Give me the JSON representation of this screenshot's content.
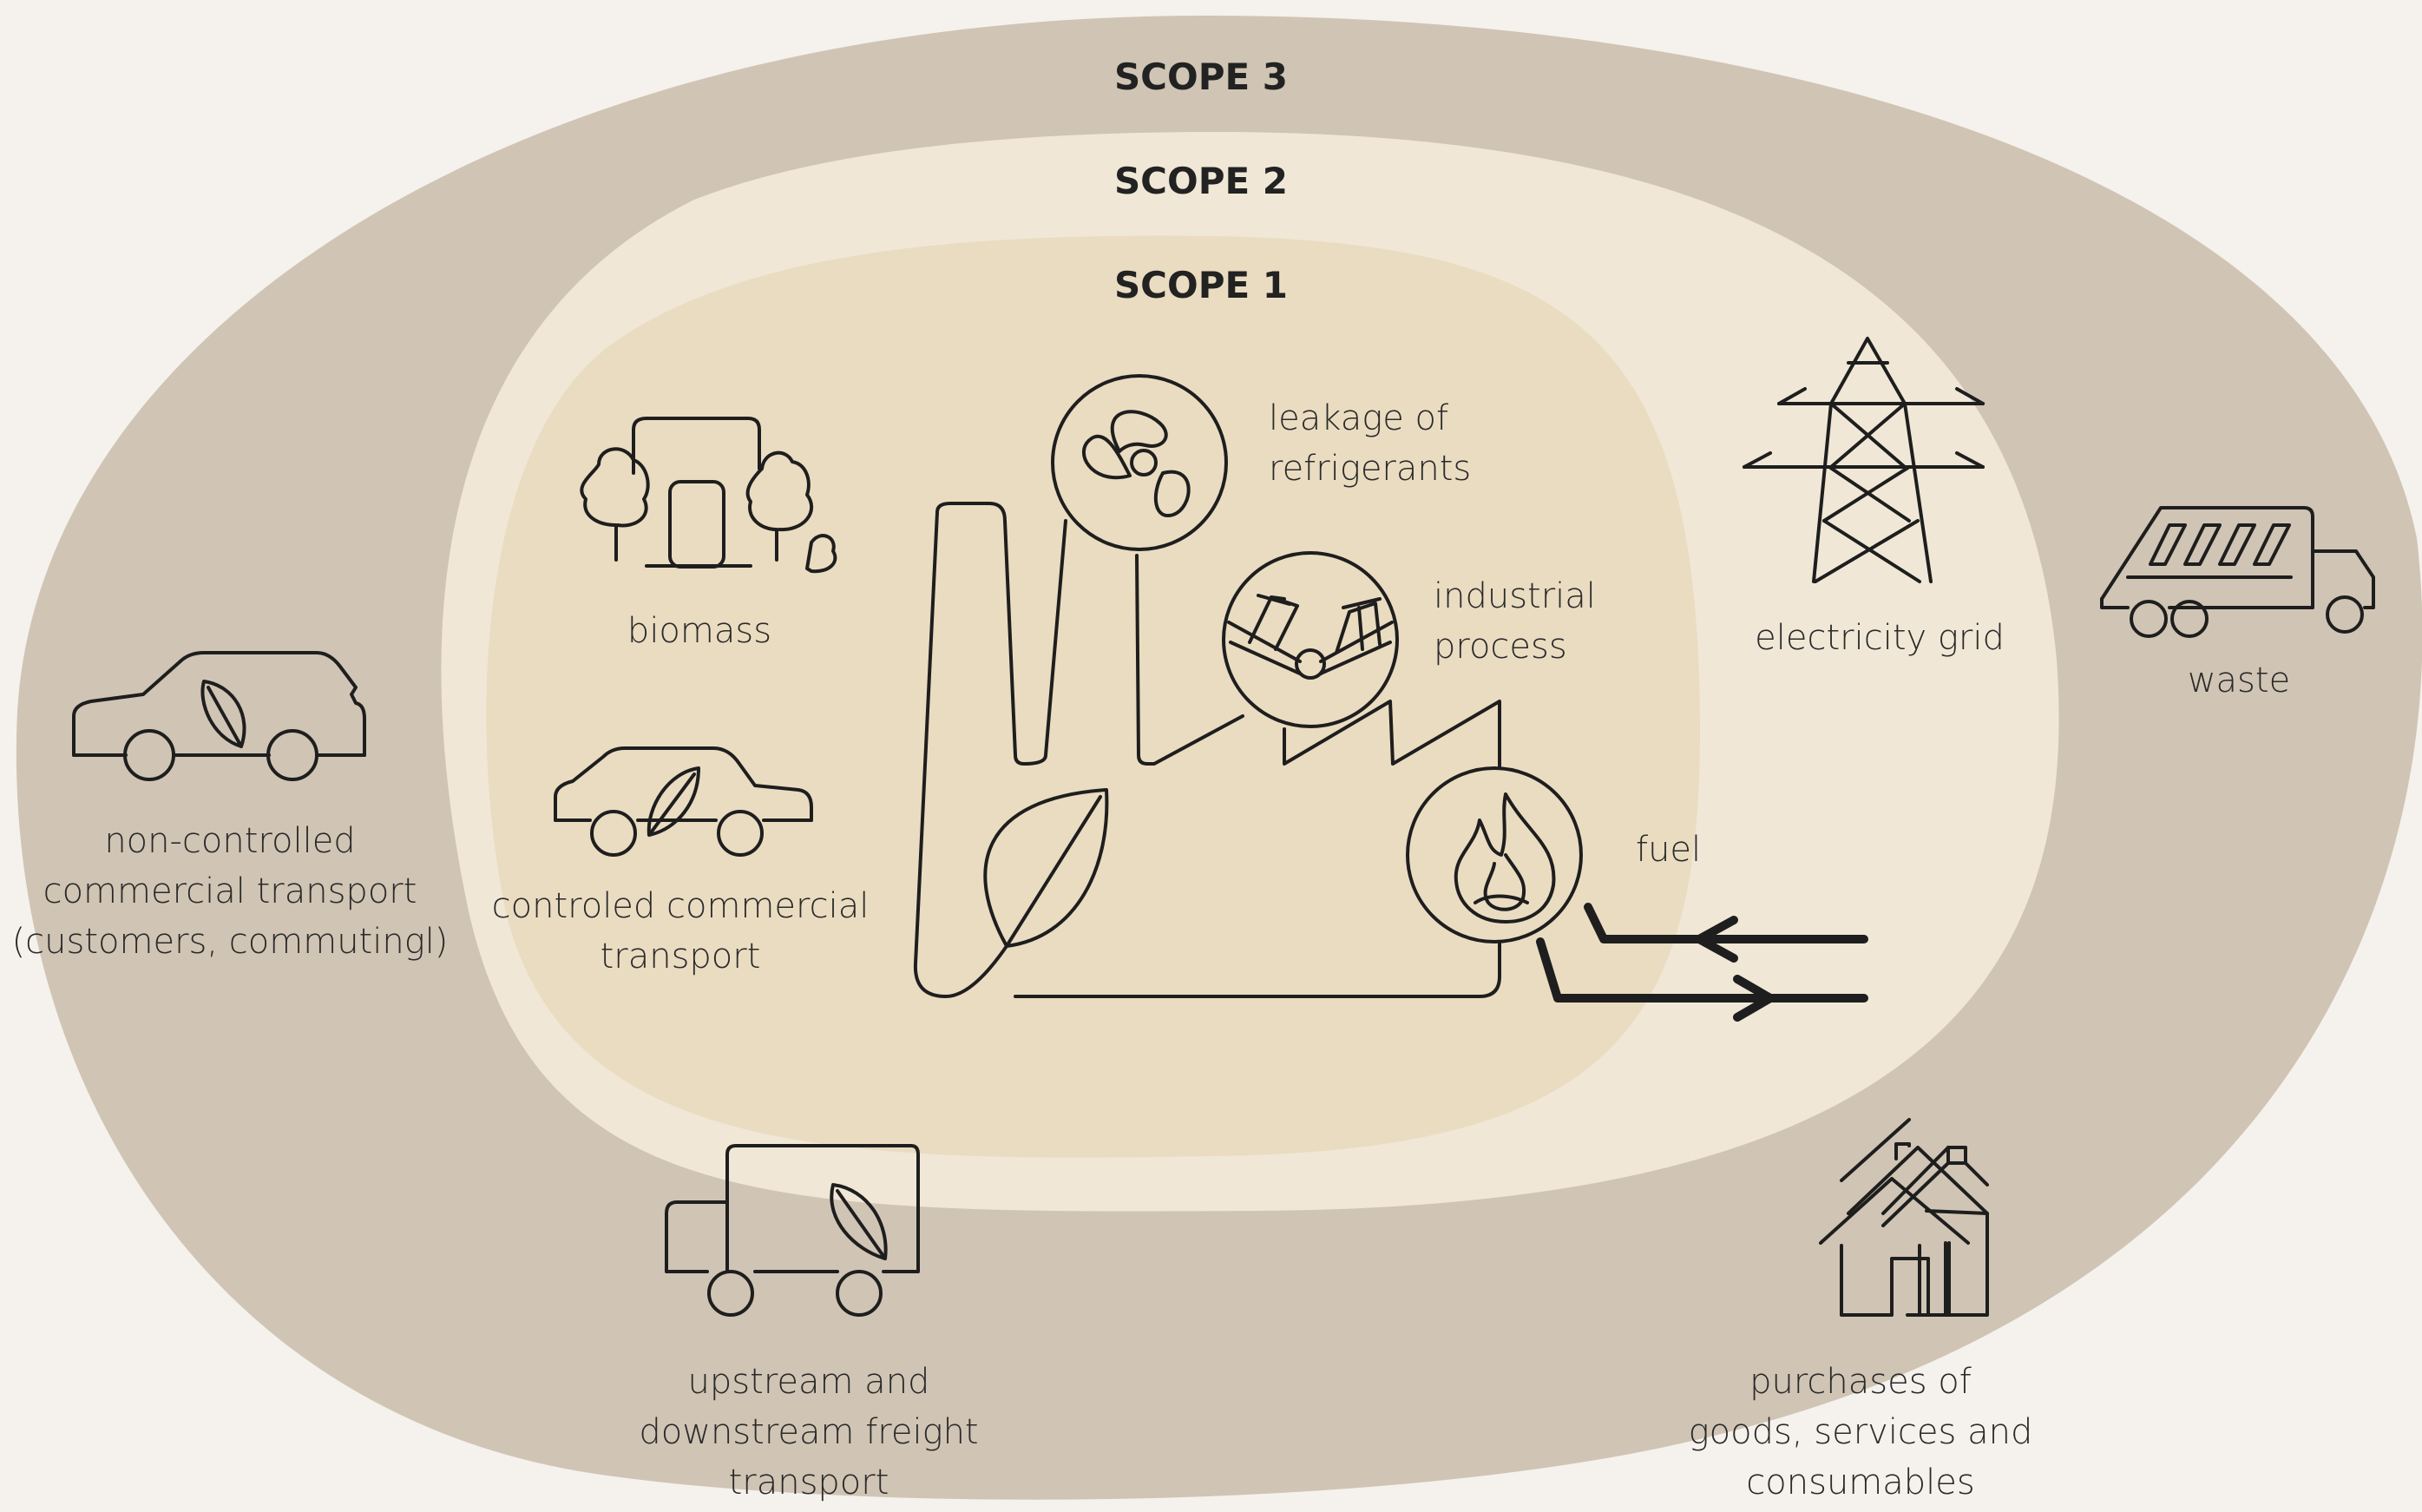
{
  "scopes": {
    "scope3": "SCOPE 3",
    "scope2": "SCOPE 2",
    "scope1": "SCOPE 1"
  },
  "labels": {
    "leakage": [
      "leakage of",
      "refrigerants"
    ],
    "industrial": [
      "industrial",
      "process"
    ],
    "fuel": "fuel",
    "biomass": "biomass",
    "controlled_transport": [
      "controled commercial",
      "transport"
    ],
    "electricity": "electricity grid",
    "waste": "waste",
    "noncontrolled_transport": [
      "non-controlled",
      "commercial transport",
      "(customers, commutingl)"
    ],
    "freight": [
      "upstream and",
      "downstream freight",
      "transport"
    ],
    "purchases": [
      "purchases of",
      "goods, services and",
      "consumables"
    ]
  },
  "colors": {
    "background": "#f5f1ec",
    "scope3": "#d0c4b4",
    "scope2": "#f0e7d6",
    "scope1": "#eadcc1",
    "stroke": "#1e1e1e"
  },
  "icons": [
    "car-leaf-icon",
    "truck-leaf-icon",
    "houses-icon",
    "electricity-pylon-icon",
    "garbage-truck-icon",
    "biomass-building-icon",
    "factory-icon",
    "fan-icon",
    "industrial-process-icon",
    "flame-icon"
  ]
}
